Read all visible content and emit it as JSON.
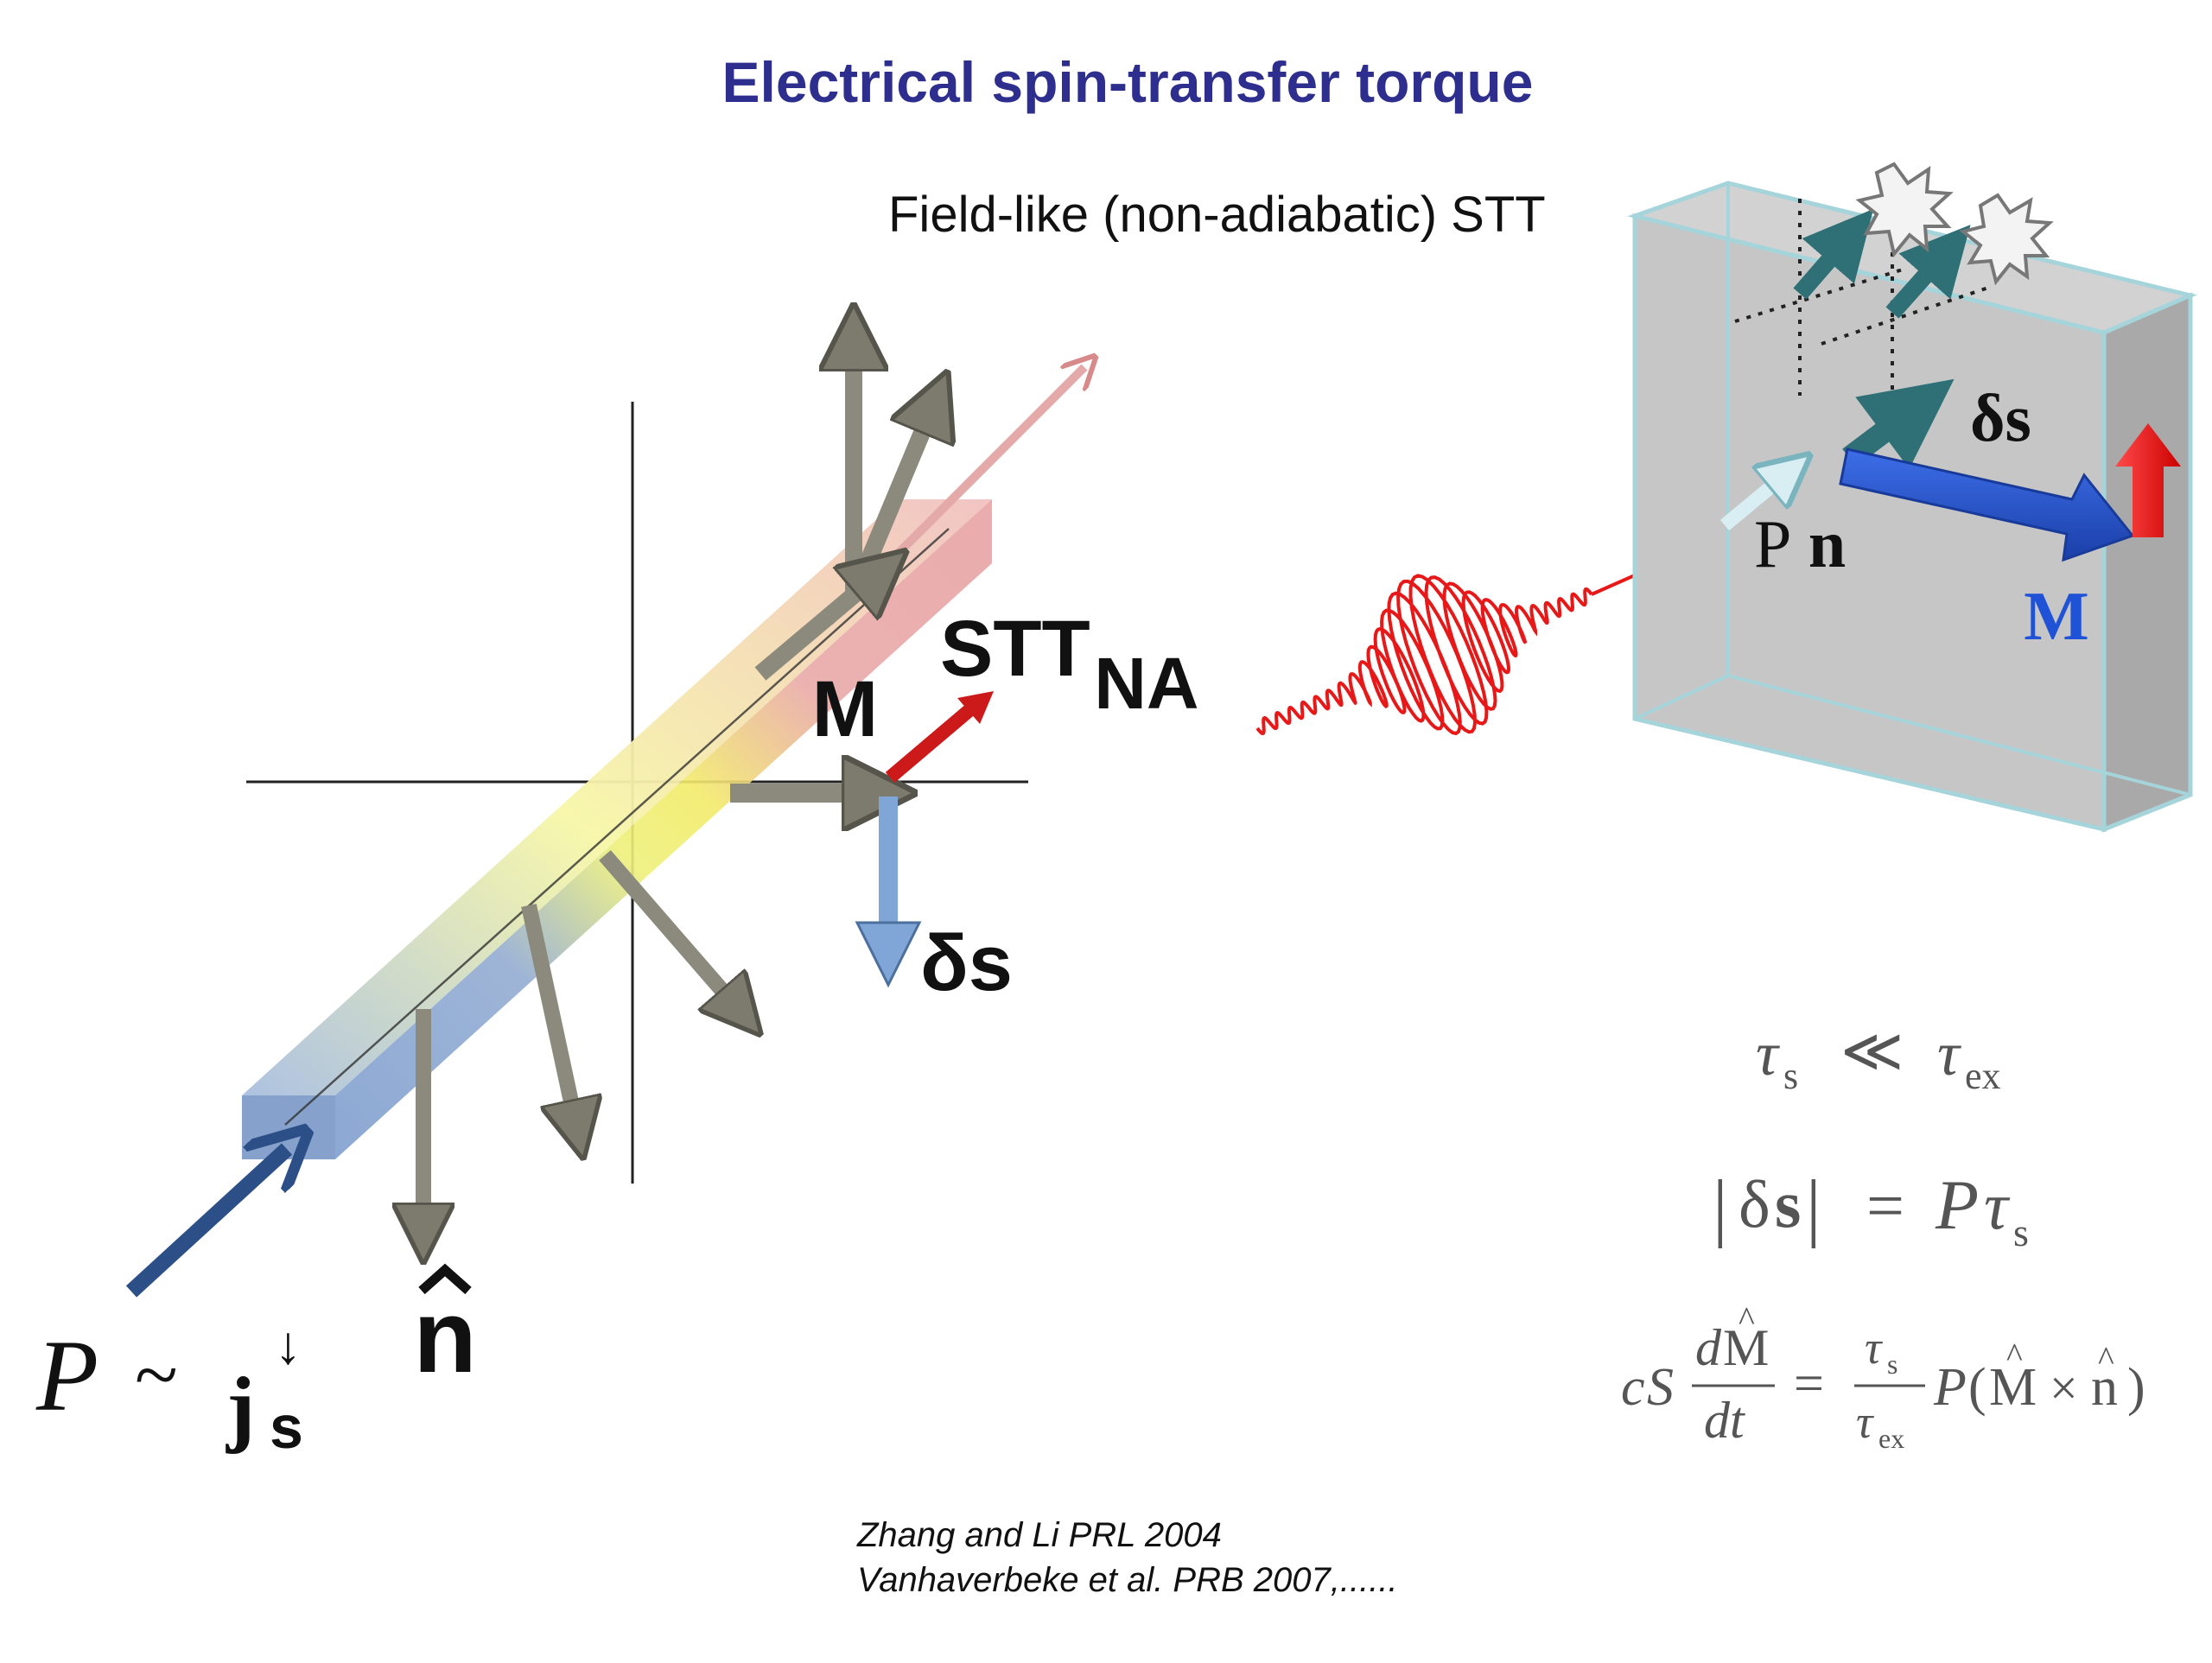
{
  "title": "Electrical spin-transfer torque",
  "colors": {
    "title": "#2e2e8f",
    "magnetization_blue": "#1f52d6",
    "torque_red": "#e01515",
    "ds_blue": "#7fa6d6",
    "grey_arrow": "#8c8a7c",
    "teal_arrow": "#2f7076",
    "slab_face": "#c0c0c0",
    "slab_edge": "#a5d4da",
    "wave_red": "#e81818"
  },
  "left_diagram": {
    "label_M": "M",
    "label_STT": "STT",
    "label_STT_sub": "NA",
    "label_ds": "δs",
    "label_n": "n",
    "label_P": "P",
    "label_sim": "~",
    "label_j": "j",
    "label_j_sup": "↓",
    "label_j_sub": "s"
  },
  "right_diagram": {
    "heading": "Field-like (non-adiabatic) STT",
    "label_ds": "δs",
    "label_Pn_P": "P",
    "label_Pn_n": "n",
    "label_M": "M",
    "icons": [
      "burst-icon",
      "burst-icon",
      "wave-packet-icon"
    ]
  },
  "equations": {
    "eq1": {
      "lhs": "τ",
      "lhs_sub": "s",
      "op": "≪",
      "rhs": "τ",
      "rhs_sub": "ex"
    },
    "eq2": {
      "bar_l": "|",
      "ds_d": "δ",
      "ds_s": "s",
      "bar_r": "|",
      "eq": "=",
      "P": "P",
      "tau": "τ",
      "tau_sub": "s"
    },
    "eq3": {
      "c": "c",
      "S": "S",
      "num_d": "d",
      "num_M": "M",
      "hat": "^",
      "den": "dt",
      "eq": "=",
      "frac_num": "τ",
      "frac_num_sub": "s",
      "frac_den": "τ",
      "frac_den_sub": "ex",
      "P": "P",
      "open": "(",
      "M": "M",
      "times": "×",
      "n": "n",
      "close": ")"
    }
  },
  "references": [
    "Zhang and Li PRL 2004",
    "Vanhaverbeke et al. PRB 2007,......"
  ]
}
